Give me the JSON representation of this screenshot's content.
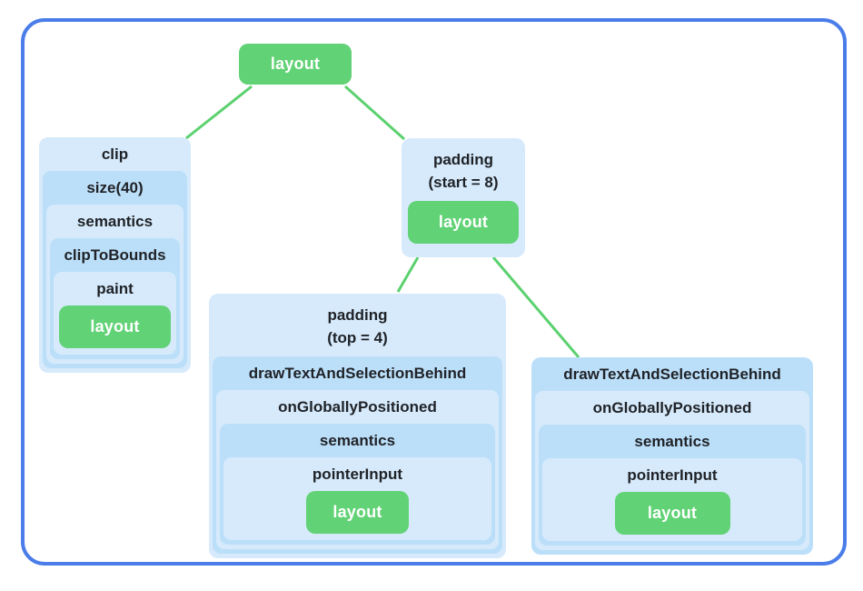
{
  "colors": {
    "frame_border": "#4a7de9",
    "edge_line": "#5bd16f",
    "node_green": "#62d276",
    "box_light": "#d6eafb",
    "box_medium": "#bcdff9",
    "label_text": "#1f2227",
    "leaf_text": "#ffffff",
    "background": "#ffffff"
  },
  "tree": {
    "root": {
      "label": "layout"
    },
    "clip_stack": {
      "levels": [
        "clip",
        "size(40)",
        "semantics",
        "clipToBounds",
        "paint"
      ],
      "leaf": "layout"
    },
    "padding_start": {
      "title_line1": "padding",
      "title_line2": "(start = 8)",
      "leaf": "layout"
    },
    "padding_top_stack": {
      "title_line1": "padding",
      "title_line2": "(top = 4)",
      "levels": [
        "drawTextAndSelectionBehind",
        "onGloballyPositioned",
        "semantics",
        "pointerInput"
      ],
      "leaf": "layout"
    },
    "draw_stack": {
      "levels": [
        "drawTextAndSelectionBehind",
        "onGloballyPositioned",
        "semantics",
        "pointerInput"
      ],
      "leaf": "layout"
    }
  }
}
